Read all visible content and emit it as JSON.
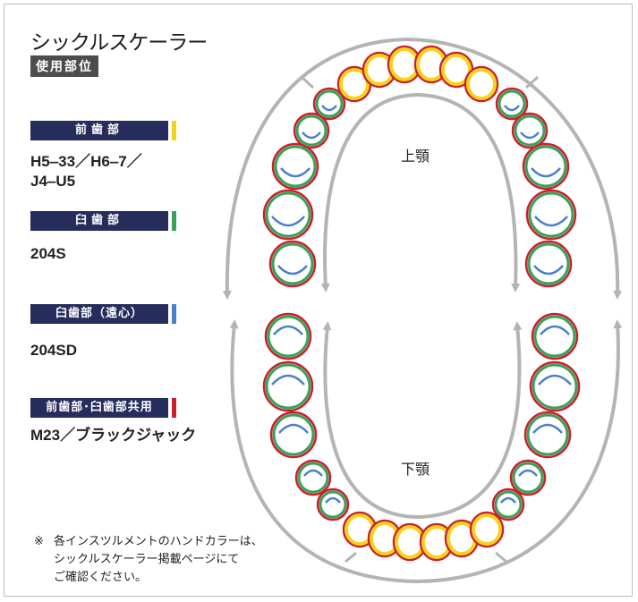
{
  "title": "シックルスケーラー",
  "subtitle": "使用部位",
  "legend": [
    {
      "label": "前歯部",
      "color": "#f5d21e",
      "value_lines": [
        "H5‒33／H6‒7／",
        "J4‒U5"
      ]
    },
    {
      "label": "臼歯部",
      "color": "#3aa15a",
      "value_lines": [
        "204S"
      ]
    },
    {
      "label": "臼歯部（遠心）",
      "color": "#4a7fd0",
      "value_lines": [
        "204SD"
      ]
    },
    {
      "label": "前歯部･臼歯部共用",
      "color": "#c8202c",
      "value_lines": [
        "M23／ブラックジャック"
      ]
    }
  ],
  "diagram": {
    "upper_label": "上顎",
    "lower_label": "下顎"
  },
  "note": {
    "mark": "※",
    "lines": [
      "各インスツルメントのハンドカラーは、",
      "シックルスケーラー掲載ページにて",
      "ご確認ください。"
    ]
  },
  "colors": {
    "anterior": "#f5d21e",
    "molar": "#3aa15a",
    "distal": "#4a7fd0",
    "shared": "#c8202c",
    "arrow": "#b4b4b4",
    "legend_bg": "#262d5c"
  }
}
